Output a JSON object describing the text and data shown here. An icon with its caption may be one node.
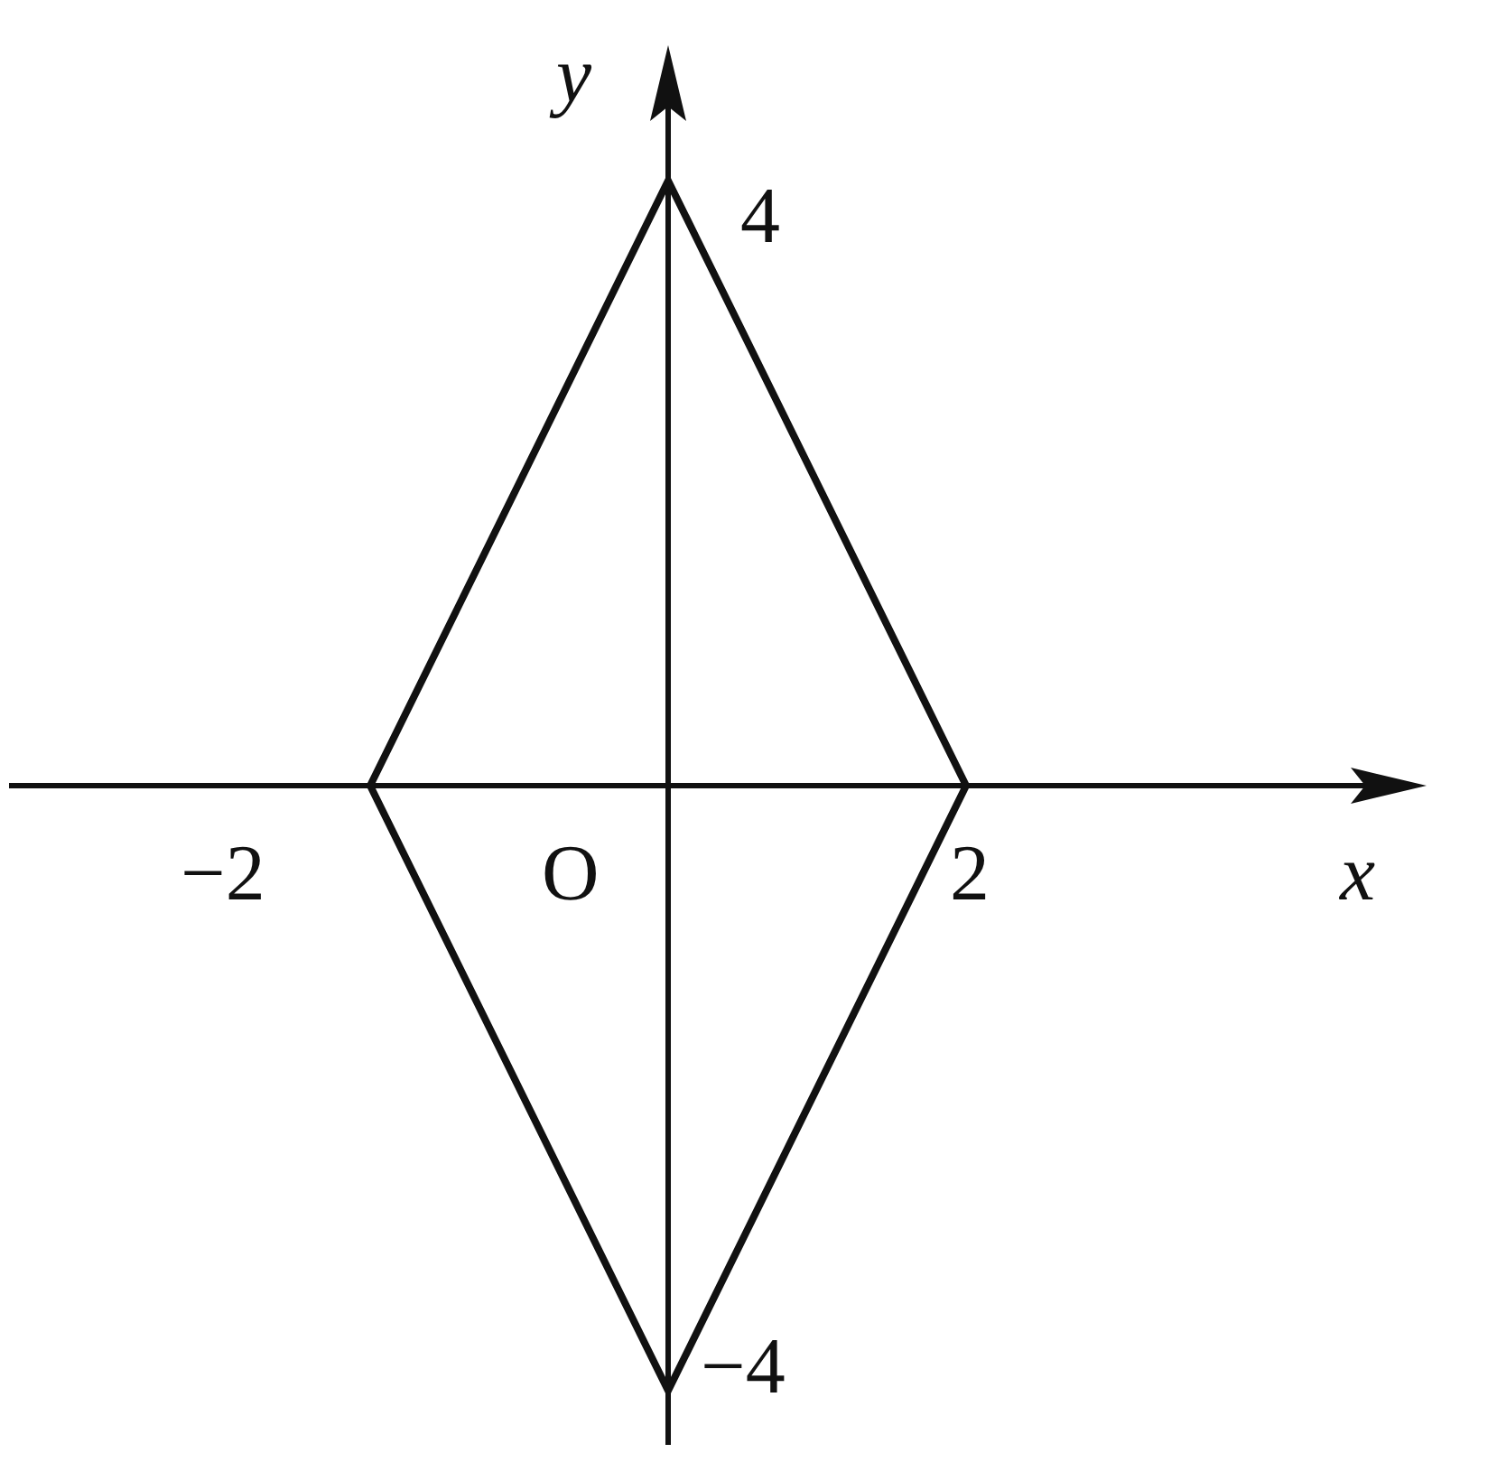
{
  "diagram": {
    "labels": [
      "y",
      "4",
      "−2",
      "O",
      "2",
      "x",
      "−4"
    ]
  }
}
